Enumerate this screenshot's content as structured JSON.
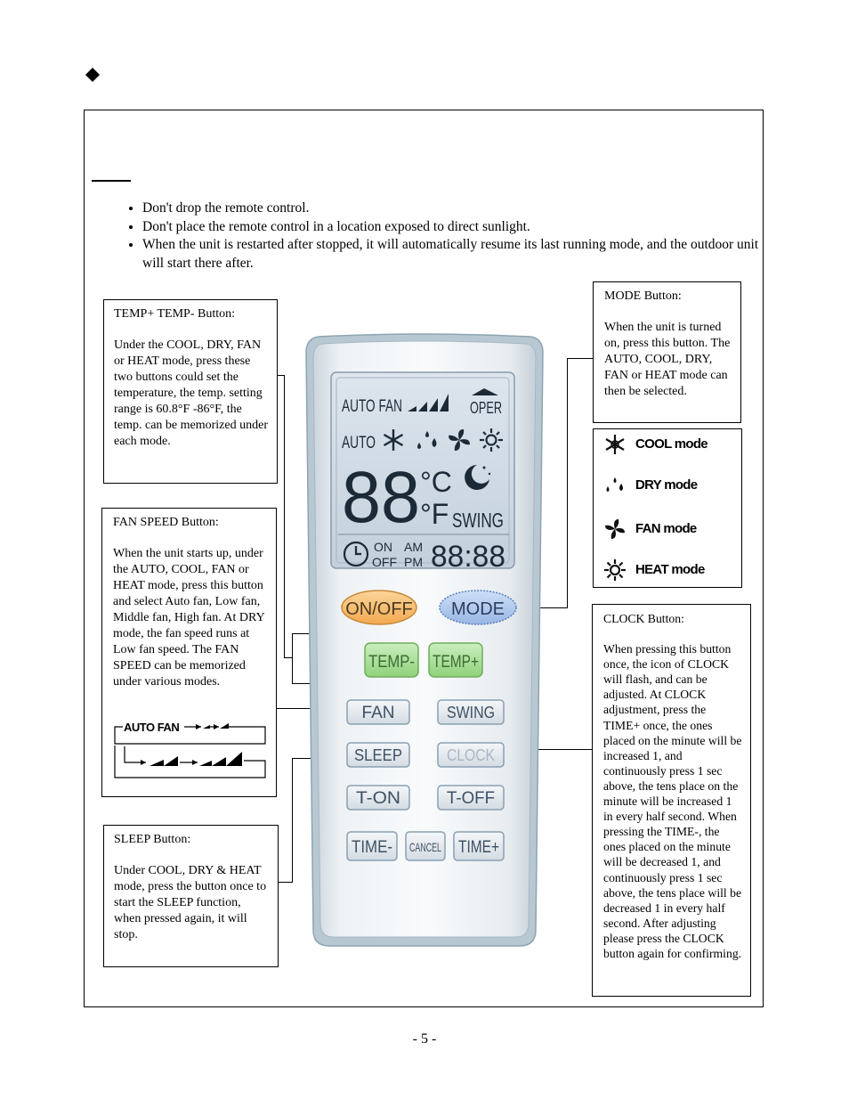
{
  "bullets": [
    "Don't drop the remote control.",
    "Don't place the remote control in a location exposed to direct sunlight.",
    "When the unit is restarted after stopped, it will automatically resume its last running mode, and the outdoor unit will start there after."
  ],
  "boxes": {
    "temp": {
      "title": "TEMP+ TEMP- Button:",
      "body": "Under the COOL, DRY, FAN or HEAT mode, press these two buttons could set the temperature, the temp. setting range is 60.8°F -86°F, the temp. can be memorized under each mode."
    },
    "fan": {
      "title": "FAN SPEED Button:",
      "body": "When the unit starts up, under the AUTO, COOL, FAN or HEAT mode, press this button and select Auto fan, Low fan, Middle fan, High fan. At DRY mode, the fan speed runs at Low fan speed. The FAN SPEED can be memorized under various modes.",
      "diagram_label": "AUTO FAN"
    },
    "sleep": {
      "title": "SLEEP Button:",
      "body": "Under COOL, DRY & HEAT mode, press the button once to start the SLEEP function, when pressed again, it will stop."
    },
    "mode": {
      "title": "MODE Button:",
      "body": "When the unit is turned on, press this button. The AUTO, COOL, DRY, FAN or HEAT mode can then be selected."
    },
    "modes_legend": [
      "COOL mode",
      "DRY mode",
      "FAN mode",
      "HEAT mode"
    ],
    "clock": {
      "title": "CLOCK Button:",
      "body": "When pressing this button once, the icon of CLOCK will flash, and can be adjusted. At CLOCK adjustment, press the TIME+ once, the ones placed on the minute will be increased 1, and continuously press 1 sec above, the tens place on the minute will be increased 1 in every half second. When pressing the TIME-, the ones placed on the minute will be decreased 1, and continuously press 1 sec above, the tens place will be decreased 1 in every half second. After adjusting please press the CLOCK button again for confirming."
    }
  },
  "remote": {
    "lcd": {
      "auto_fan": "AUTO FAN",
      "oper": "OPER",
      "auto": "AUTO",
      "digits": "88",
      "celsius": "°C",
      "fahrenheit": "°F",
      "swing": "SWING",
      "on": "ON",
      "off": "OFF",
      "am": "AM",
      "pm": "PM",
      "time": "88:88"
    },
    "buttons": {
      "onoff": "ON/OFF",
      "mode": "MODE",
      "temp_minus": "TEMP-",
      "temp_plus": "TEMP+",
      "fan": "FAN",
      "swing": "SWING",
      "sleep": "SLEEP",
      "clock": "CLOCK",
      "t_on": "T-ON",
      "t_off": "T-OFF",
      "time_minus": "TIME-",
      "cancel": "CANCEL",
      "time_plus": "TIME+"
    }
  },
  "page_number": "- 5 -",
  "colors": {
    "onoff": "#f5b866",
    "mode": "#a9c4ec",
    "temp": "#a6dd93",
    "lcd": "#c9d6e2",
    "body": "#e8eef3"
  }
}
